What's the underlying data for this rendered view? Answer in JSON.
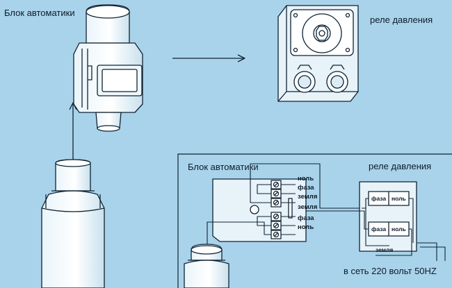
{
  "top": {
    "unit_label": "Блок автоматики",
    "relay_label": "реле давления"
  },
  "schematic": {
    "unit_label": "Блок автоматики",
    "relay_label": "реле давления",
    "terminals": [
      "ноль",
      "фаза",
      "земля",
      "земля",
      "фаза",
      "ноль"
    ],
    "relay_top": {
      "left": "фаза",
      "right": "ноль"
    },
    "relay_bottom": {
      "left": "фаза",
      "right": "ноль"
    },
    "ground_label": "земля",
    "mains_label": "в сеть 220 вольт 50HZ"
  }
}
